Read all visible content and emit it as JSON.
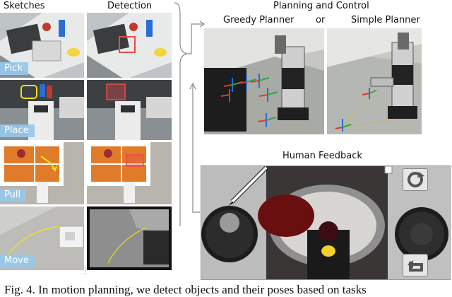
{
  "columns": {
    "sketches": "Sketches",
    "detection": "Detection",
    "planning": "Planning and Control"
  },
  "planners": {
    "greedy": "Greedy Planner",
    "or": "or",
    "simple": "Simple Planner"
  },
  "feedback": "Human Feedback",
  "tasks": [
    "Pick",
    "Place",
    "Pull",
    "Move"
  ],
  "caption": "Fig. 4.   In motion planning, we detect objects and their poses based on tasks",
  "colors": {
    "label_bg": "#96c8eb",
    "sketch_yellow": "#f2e21a",
    "detect_red": "#e84a4a",
    "panel_border": "#9a9a9a"
  }
}
